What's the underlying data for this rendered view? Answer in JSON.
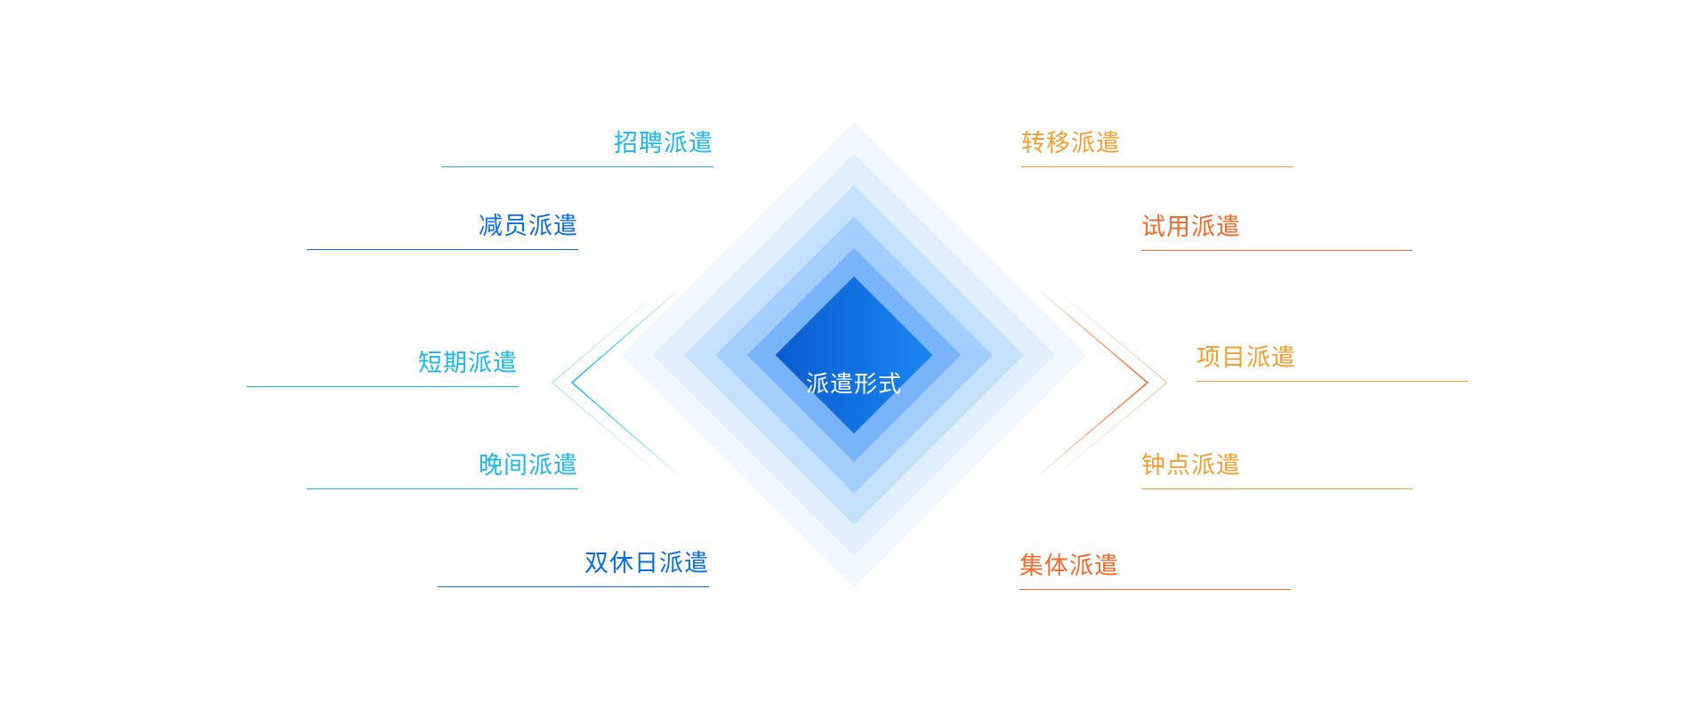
{
  "center": {
    "label": "派遣形式"
  },
  "colors": {
    "cyan": "#1ab8e8",
    "blue": "#0a6fdc",
    "orange": "#f0a030",
    "orange_red": "#f06a2a",
    "center_dark": "#0a55c4",
    "center_light": "#1a82f0"
  },
  "left_items": [
    {
      "label": "招聘派遣",
      "color": "#1ab8e8"
    },
    {
      "label": "减员派遣",
      "color": "#0a6fdc"
    },
    {
      "label": "短期派遣",
      "color": "#1ab8e8"
    },
    {
      "label": "晚间派遣",
      "color": "#1ab8e8"
    },
    {
      "label": "双休日派遣",
      "color": "#0a6fdc"
    }
  ],
  "right_items": [
    {
      "label": "转移派遣",
      "color": "#f0a030"
    },
    {
      "label": "试用派遣",
      "color": "#f06a2a"
    },
    {
      "label": "项目派遣",
      "color": "#f0a030"
    },
    {
      "label": "钟点派遣",
      "color": "#f0a030"
    },
    {
      "label": "集体派遣",
      "color": "#f06a2a"
    }
  ]
}
